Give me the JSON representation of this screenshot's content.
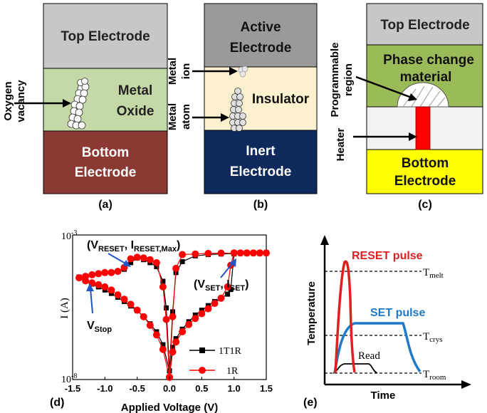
{
  "panel_a": {
    "top_label": "Top Electrode",
    "oxide_line1": "Metal",
    "oxide_line2": "Oxide",
    "bottom_line1": "Bottom",
    "bottom_line2": "Electrode",
    "side_line1": "Oxygen",
    "side_line2": "vacancy",
    "caption": "(a)",
    "colors": {
      "top": "#c7c7c7",
      "middle": "#c5d9a8",
      "bottom": "#8b3a33"
    }
  },
  "panel_b": {
    "top_line1": "Active",
    "top_line2": "Electrode",
    "insulator": "Insulator",
    "bottom_line1": "Inert",
    "bottom_line2": "Electrode",
    "ion_line1": "Metal",
    "ion_line2": "ion",
    "atom_line1": "Metal",
    "atom_line2": "atom",
    "caption": "(b)",
    "colors": {
      "top": "#9a9a9a",
      "middle": "#fdf1cf",
      "bottom": "#0e2a5c"
    }
  },
  "panel_c": {
    "top_label": "Top Electrode",
    "pcm_line1": "Phase change",
    "pcm_line2": "material",
    "bottom_line1": "Bottom",
    "bottom_line2": "Electrode",
    "prog_line1": "Programmable",
    "prog_line2": "region",
    "heater": "Heater",
    "caption": "(c)",
    "colors": {
      "top": "#c7c7c7",
      "middle": "#9bbb59",
      "heater_layer": "#f2f2f2",
      "heater": "#ff0000",
      "bottom": "#ffff00"
    }
  },
  "panel_d": {
    "caption": "(d)",
    "chart_data": {
      "type": "line",
      "xlabel": "Applied Voltage (V)",
      "ylabel": "I (A)",
      "xlim": [
        -1.5,
        1.5
      ],
      "ylim": [
        1e-08,
        0.001
      ],
      "yscale": "log",
      "x_ticks": [
        "-1.5",
        "-1.0",
        "-0.5",
        "0.0",
        "0.5",
        "1.0",
        "1.5"
      ],
      "y_tick_top": "10",
      "y_tick_top_exp": "-3",
      "y_tick_bottom": "10",
      "y_tick_bottom_exp": "-8",
      "legend": [
        "1T1R",
        "1R"
      ],
      "annotations": {
        "reset_main": "(V",
        "reset_sub1": "RESET",
        "reset_mid": ", I",
        "reset_sub2": "RESET,Max",
        "reset_end": ")",
        "set_main": "(V",
        "set_sub1": "SET",
        "set_mid": ", I",
        "set_sub2": "SET",
        "set_end": ")",
        "stop_main": "V",
        "stop_sub": "Stop"
      },
      "series": [
        {
          "name": "1T1R",
          "color": "#000000",
          "points": [
            [
              -1.4,
              3.5e-05
            ],
            [
              -1.3,
              2.6e-05
            ],
            [
              -1.2,
              2e-05
            ],
            [
              -1.1,
              1.6e-05
            ],
            [
              -1.0,
              1.25e-05
            ],
            [
              -0.9,
              9.5e-06
            ],
            [
              -0.8,
              7e-06
            ],
            [
              -0.7,
              5e-06
            ],
            [
              -0.6,
              3.5e-06
            ],
            [
              -0.5,
              2.4e-06
            ],
            [
              -0.4,
              1.5e-06
            ],
            [
              -0.3,
              8.5e-07
            ],
            [
              -0.2,
              4.5e-07
            ],
            [
              -0.1,
              1.6e-07
            ],
            [
              0.0,
              2e-08
            ],
            [
              0.05,
              1.3e-07
            ],
            [
              0.1,
              2.6e-07
            ],
            [
              0.2,
              5.5e-07
            ],
            [
              0.3,
              1e-06
            ],
            [
              0.4,
              1.7e-06
            ],
            [
              0.5,
              2.5e-06
            ],
            [
              0.6,
              3.6e-06
            ],
            [
              0.7,
              5e-06
            ],
            [
              0.8,
              6.5e-06
            ],
            [
              0.9,
              9e-06
            ],
            [
              0.95,
              1.3e-05
            ],
            [
              1.0,
              0.00022
            ],
            [
              1.1,
              0.00023
            ],
            [
              1.2,
              0.00023
            ],
            [
              1.3,
              0.00023
            ],
            [
              1.4,
              0.00023
            ],
            [
              1.5,
              0.00023
            ],
            [
              1.4,
              0.00023
            ],
            [
              1.2,
              0.00023
            ],
            [
              1.0,
              0.00023
            ],
            [
              0.8,
              0.00022
            ],
            [
              0.6,
              0.00021
            ],
            [
              0.4,
              0.00019
            ],
            [
              0.2,
              0.00012
            ],
            [
              0.1,
              5e-05
            ],
            [
              0.05,
              2.2e-06
            ],
            [
              0.0,
              2e-08
            ],
            [
              -0.05,
              3e-06
            ],
            [
              -0.1,
              2.5e-05
            ],
            [
              -0.2,
              8e-05
            ],
            [
              -0.3,
              0.00011
            ],
            [
              -0.4,
              0.00014
            ],
            [
              -0.5,
              0.00016
            ],
            [
              -0.6,
              0.00011
            ],
            [
              -0.7,
              6.5e-05
            ],
            [
              -0.8,
              5.5e-05
            ],
            [
              -0.9,
              5.1e-05
            ],
            [
              -1.0,
              4.8e-05
            ],
            [
              -1.1,
              4.5e-05
            ],
            [
              -1.2,
              4.1e-05
            ],
            [
              -1.3,
              3.8e-05
            ],
            [
              -1.4,
              3.5e-05
            ]
          ]
        },
        {
          "name": "1R",
          "color": "#ff0000",
          "points": [
            [
              -1.4,
              3.3e-05
            ],
            [
              -1.3,
              2.6e-05
            ],
            [
              -1.2,
              2.2e-05
            ],
            [
              -1.1,
              1.9e-05
            ],
            [
              -1.0,
              1.6e-05
            ],
            [
              -0.9,
              1.25e-05
            ],
            [
              -0.8,
              8.5e-06
            ],
            [
              -0.7,
              6e-06
            ],
            [
              -0.6,
              4e-06
            ],
            [
              -0.5,
              2.5e-06
            ],
            [
              -0.4,
              1.5e-06
            ],
            [
              -0.3,
              7.5e-07
            ],
            [
              -0.2,
              3.5e-07
            ],
            [
              -0.1,
              1.1e-07
            ],
            [
              0.0,
              1.2e-08
            ],
            [
              0.05,
              9e-08
            ],
            [
              0.1,
              2e-07
            ],
            [
              0.2,
              4.5e-07
            ],
            [
              0.3,
              8e-07
            ],
            [
              0.4,
              1.3e-06
            ],
            [
              0.5,
              1.9e-06
            ],
            [
              0.6,
              2.8e-06
            ],
            [
              0.7,
              4.3e-06
            ],
            [
              0.8,
              6.5e-06
            ],
            [
              0.9,
              1.6e-05
            ],
            [
              0.95,
              9e-05
            ],
            [
              1.0,
              0.00024
            ],
            [
              1.1,
              0.00024
            ],
            [
              1.2,
              0.00024
            ],
            [
              1.3,
              0.00024
            ],
            [
              1.4,
              0.00024
            ],
            [
              1.5,
              0.00024
            ],
            [
              1.4,
              0.00024
            ],
            [
              1.2,
              0.00024
            ],
            [
              1.0,
              0.00024
            ],
            [
              0.8,
              0.000235
            ],
            [
              0.6,
              0.00023
            ],
            [
              0.4,
              0.00022
            ],
            [
              0.2,
              0.00021
            ],
            [
              0.1,
              7e-05
            ],
            [
              0.05,
              1.5e-06
            ],
            [
              0.0,
              1.2e-08
            ],
            [
              -0.05,
              1.2e-06
            ],
            [
              -0.1,
              1.6e-05
            ],
            [
              -0.2,
              0.00011
            ],
            [
              -0.3,
              0.00014
            ],
            [
              -0.4,
              0.00016
            ],
            [
              -0.5,
              0.00017
            ],
            [
              -0.6,
              0.00015
            ],
            [
              -0.7,
              7.5e-05
            ],
            [
              -0.8,
              5.5e-05
            ],
            [
              -0.9,
              5e-05
            ],
            [
              -1.0,
              5e-05
            ],
            [
              -1.1,
              4.6e-05
            ],
            [
              -1.2,
              4.2e-05
            ],
            [
              -1.3,
              3.7e-05
            ],
            [
              -1.4,
              3.3e-05
            ]
          ]
        }
      ]
    }
  },
  "panel_e": {
    "caption": "(e)",
    "chart_data": {
      "type": "line",
      "xlabel": "Time",
      "ylabel": "Temperature",
      "levels": {
        "melt": "T",
        "melt_sub": "melt",
        "crys": "T",
        "crys_sub": "crys",
        "room": "T",
        "room_sub": "room"
      },
      "series": [
        {
          "name": "RESET pulse",
          "color": "#e02020"
        },
        {
          "name": "SET pulse",
          "color": "#1f78c8"
        },
        {
          "name": "Read",
          "color": "#000000"
        }
      ]
    }
  }
}
